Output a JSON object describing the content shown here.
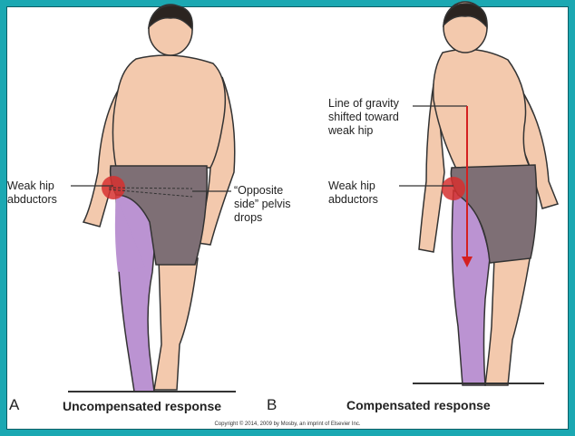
{
  "panel_a": {
    "letter": "A",
    "caption": "Uncompensated response",
    "label_weak": "Weak hip abductors",
    "label_pelvis": "“Opposite side” pelvis drops"
  },
  "panel_b": {
    "letter": "B",
    "caption": "Compensated response",
    "label_gravity": "Line of gravity shifted toward weak hip",
    "label_weak": "Weak hip abductors"
  },
  "copyright": "Copyright © 2014, 2009 by Mosby, an imprint of Elsevier Inc.",
  "colors": {
    "border": "#1ba8b2",
    "skin": "#f3c9ad",
    "shorts": "#7e6f75",
    "weak_leg": "#bb93d2",
    "hip": "#d6302f",
    "arrow": "#d42020"
  }
}
